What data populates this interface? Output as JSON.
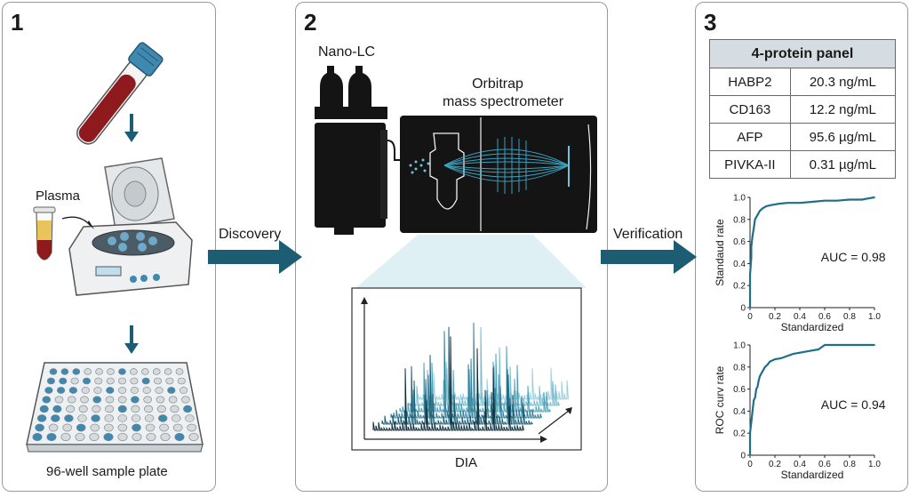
{
  "steps": [
    {
      "number": "1",
      "plasma_label": "Plasma",
      "plate_label": "96-well sample plate"
    },
    {
      "number": "2",
      "lc_label": "Nano-LC",
      "ms_label_line1": "Orbitrap",
      "ms_label_line2": "mass spectrometer",
      "spectrum_label": "DIA"
    },
    {
      "number": "3"
    }
  ],
  "flow": {
    "discovery": "Discovery",
    "verification": "Verification"
  },
  "panel_table": {
    "title": "4-protein panel",
    "rows": [
      {
        "protein": "HABP2",
        "value": "20.3 ng/mL"
      },
      {
        "protein": "CD163",
        "value": "12.2 ng/mL"
      },
      {
        "protein": "AFP",
        "value": "95.6 µg/mL"
      },
      {
        "protein": "PIVKA-II",
        "value": "0.31 µg/mL"
      }
    ]
  },
  "colors": {
    "teal": "#1d5d73",
    "curve": "#1f6f86",
    "blood": "#8e1a1e",
    "plasma": "#e8c55a"
  },
  "chart_data": [
    {
      "type": "line",
      "xlabel": "Standardized",
      "ylabel": "Standaud rate",
      "annotation": "AUC = 0.98",
      "xlim": [
        0,
        1
      ],
      "ylim": [
        0,
        1
      ],
      "xticks": [
        "0",
        "0.2",
        "0.4",
        "0.6",
        "0.8",
        "1.0"
      ],
      "yticks": [
        "0",
        "0.2",
        "0.4",
        "0.6",
        "0.8",
        "1.0"
      ],
      "grid": false,
      "series": [
        {
          "x": [
            0,
            0.0,
            0.01,
            0.01,
            0.02,
            0.03,
            0.04,
            0.06,
            0.08,
            0.1,
            0.13,
            0.17,
            0.22,
            0.3,
            0.4,
            0.5,
            0.6,
            0.7,
            0.8,
            0.9,
            0.95,
            1.0
          ],
          "y": [
            0,
            0.3,
            0.45,
            0.55,
            0.65,
            0.72,
            0.8,
            0.84,
            0.88,
            0.9,
            0.92,
            0.93,
            0.94,
            0.95,
            0.95,
            0.96,
            0.97,
            0.97,
            0.98,
            0.98,
            0.99,
            1.0
          ]
        }
      ]
    },
    {
      "type": "line",
      "xlabel": "Standardized",
      "ylabel": "ROC curv rate",
      "annotation": "AUC = 0.94",
      "xlim": [
        0,
        1
      ],
      "ylim": [
        0,
        1
      ],
      "xticks": [
        "0",
        "0.2",
        "0.4",
        "0.6",
        "0.8",
        "1.0"
      ],
      "yticks": [
        "0",
        "0.2",
        "0.4",
        "0.6",
        "0.8",
        "1.0"
      ],
      "grid": false,
      "series": [
        {
          "x": [
            0,
            0.0,
            0.01,
            0.02,
            0.03,
            0.04,
            0.05,
            0.06,
            0.07,
            0.08,
            0.1,
            0.12,
            0.14,
            0.16,
            0.2,
            0.25,
            0.3,
            0.35,
            0.4,
            0.45,
            0.5,
            0.55,
            0.6,
            0.7,
            0.8,
            1.0
          ],
          "y": [
            0,
            0.2,
            0.3,
            0.4,
            0.5,
            0.52,
            0.6,
            0.62,
            0.68,
            0.72,
            0.76,
            0.8,
            0.82,
            0.85,
            0.87,
            0.88,
            0.9,
            0.92,
            0.93,
            0.94,
            0.95,
            0.96,
            1.0,
            1.0,
            1.0,
            1.0
          ]
        }
      ]
    }
  ]
}
